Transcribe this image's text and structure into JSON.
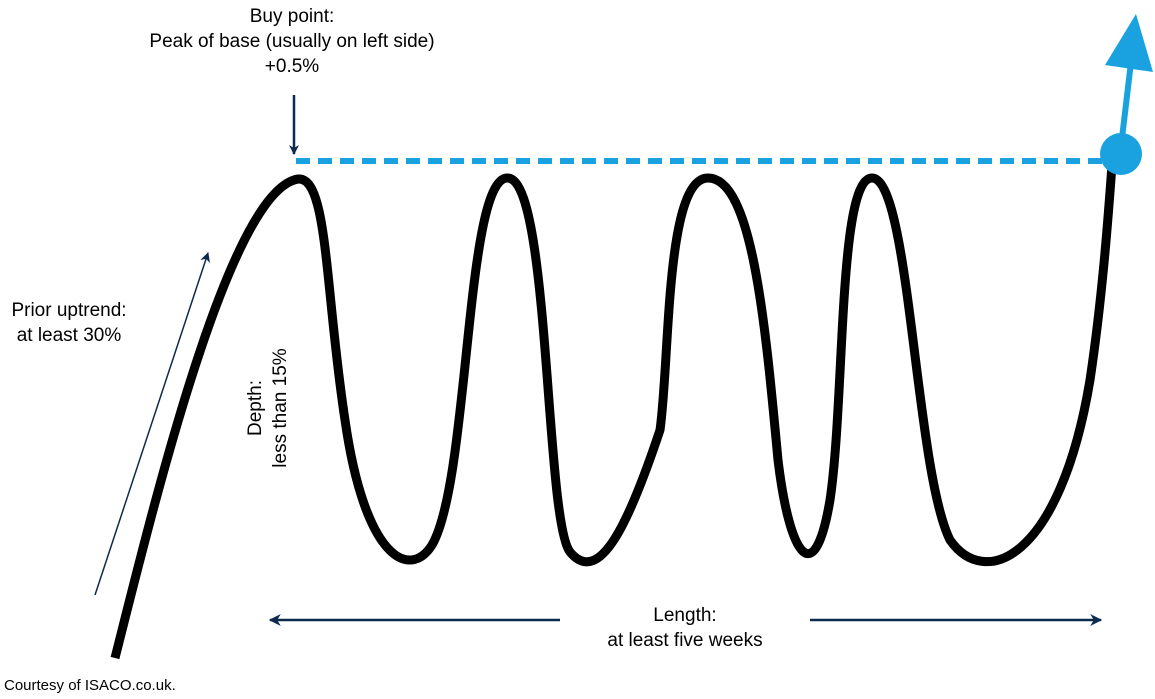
{
  "buy_point": {
    "line1": "Buy point:",
    "line2": "Peak of base (usually on left side)",
    "line3": "+0.5%"
  },
  "prior_uptrend": {
    "line1": "Prior uptrend:",
    "line2": "at least 30%"
  },
  "depth": {
    "line1": "Depth:",
    "line2": "less than 15%"
  },
  "length": {
    "line1": "Length:",
    "line2": "at least five weeks"
  },
  "courtesy": "Courtesy of ISACO.co.uk.",
  "colors": {
    "curve": "#000000",
    "buy_level": "#1aa2e0",
    "annotation_arrows": "#0d2a4e"
  }
}
